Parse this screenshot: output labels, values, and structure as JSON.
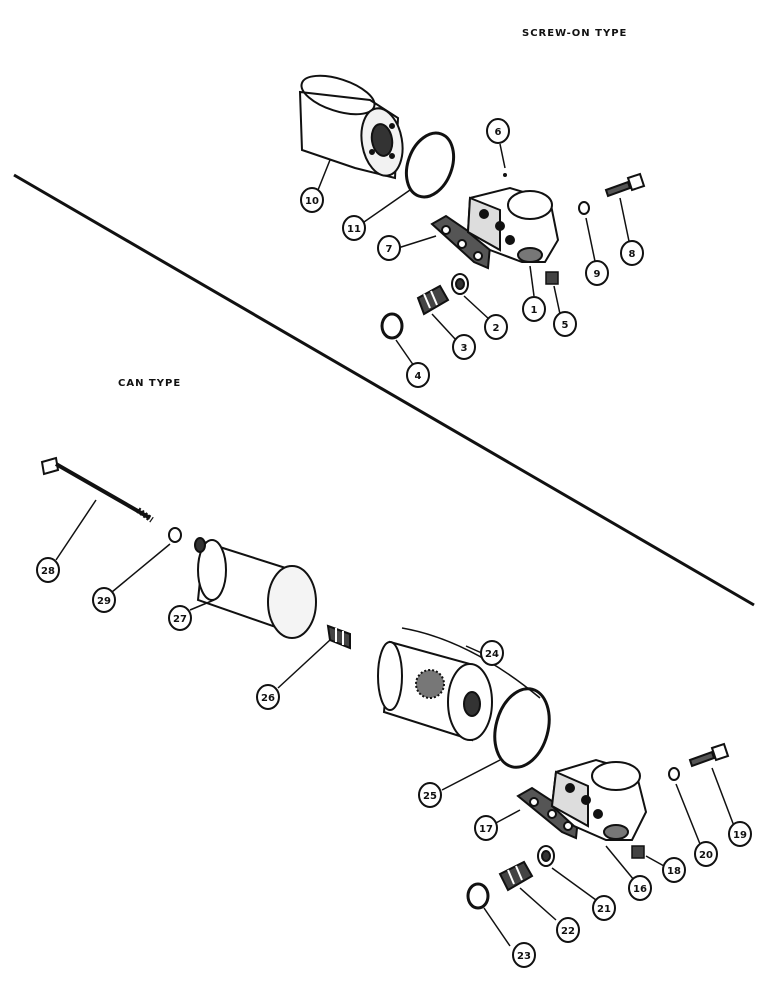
{
  "labels": {
    "screw_on_type": "SCREW-ON TYPE",
    "can_type": "CAN TYPE"
  },
  "callouts": [
    "1",
    "2",
    "3",
    "4",
    "5",
    "6",
    "7",
    "8",
    "9",
    "10",
    "11",
    "16",
    "17",
    "18",
    "19",
    "20",
    "21",
    "22",
    "23",
    "24",
    "25",
    "26",
    "27",
    "28",
    "29"
  ]
}
